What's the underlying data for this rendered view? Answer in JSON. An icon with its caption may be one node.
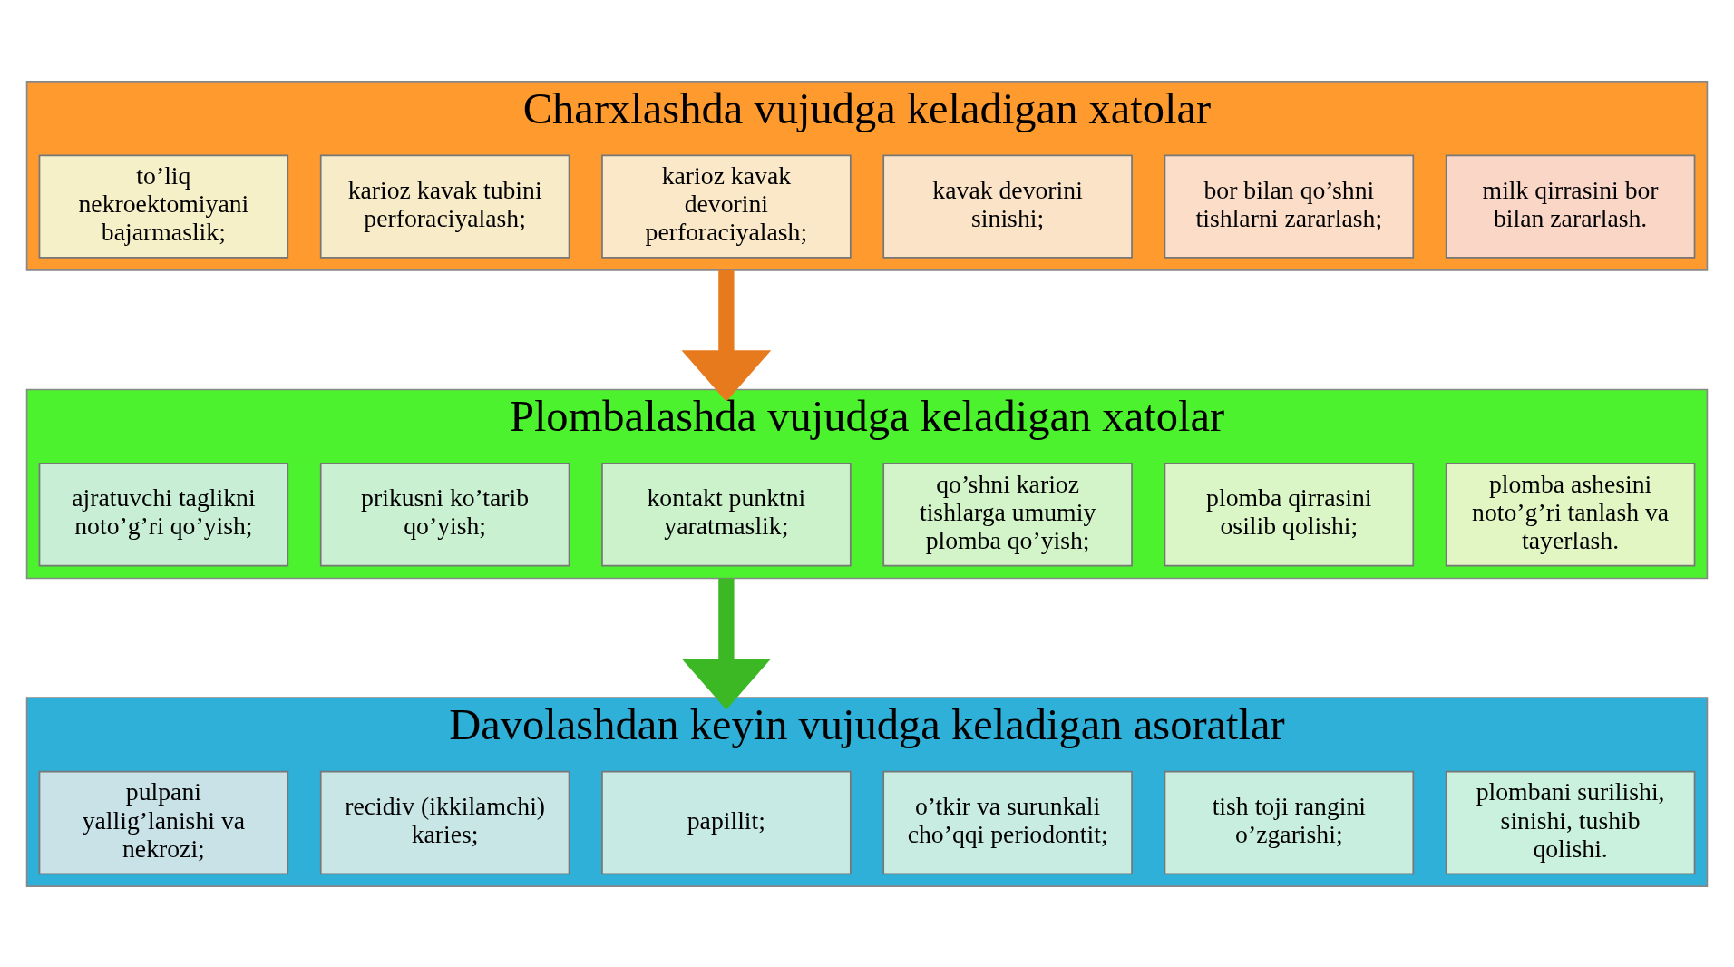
{
  "diagram": {
    "nodes": [
      {
        "text": [
          "Charxlashda vujudga keladigan xatolar"
        ]
      },
      {
        "text": [
          "to’liq nekroektomiyani bajarmaslik;"
        ],
        "in": 0
      },
      {
        "text": [
          "karioz kavak tubini perforaciyalash;"
        ],
        "in": 0
      },
      {
        "text": [
          "karioz kavak devorini perforaciyalash;"
        ],
        "in": 0
      },
      {
        "text": [
          "kavak devorini sinishi;"
        ],
        "in": 0
      },
      {
        "text": [
          "bor bilan qo’shni tishlarni zararlash;"
        ],
        "in": 0
      },
      {
        "text": [
          "milk qirrasini bor bilan zararlash."
        ],
        "in": 0
      },
      {
        "text": [
          "Plombalashda vujudga keladigan xatolar"
        ]
      },
      {
        "text": [
          "ajratuvchi taglikni noto’g’ri qo’yish;"
        ],
        "in": 7
      },
      {
        "text": [
          "prikusni ko’tarib qo’yish;"
        ],
        "in": 7
      },
      {
        "text": [
          "kontakt punktni yaratmaslik;"
        ],
        "in": 7
      },
      {
        "text": [
          "qo’shni karioz tishlarga umumiy plomba qo’yish;"
        ],
        "in": 7
      },
      {
        "text": [
          "plomba qirrasini osilib qolishi;"
        ],
        "in": 7
      },
      {
        "text": [
          "plomba ashesini noto’g’ri tanlash va tayerlash."
        ],
        "in": 7
      },
      {
        "text": [
          "Davolashdan keyin vujudga keladigan asoratlar"
        ]
      },
      {
        "text": [
          "pulpani yallig’lanishi va nekrozi;"
        ],
        "in": 14
      },
      {
        "text": [
          "recidiv (ikkilamchi) karies;"
        ],
        "in": 14
      },
      {
        "text": [
          "papillit;"
        ],
        "in": 14
      },
      {
        "text": [
          "o’tkir va surunkali cho’qqi periodontit;"
        ],
        "in": 14
      },
      {
        "text": [
          "tish toji rangini o’zgarishi;"
        ],
        "in": 14
      },
      {
        "text": [
          "plombani surilishi, sinishi, tushib qolishi."
        ],
        "in": 14
      }
    ],
    "edges": [
      {
        "from": 0,
        "to": 7,
        "arrow": "to",
        "color": "#e87a1e"
      },
      {
        "from": 7,
        "to": 14,
        "arrow": "to",
        "color": "#3cb824"
      }
    ]
  }
}
